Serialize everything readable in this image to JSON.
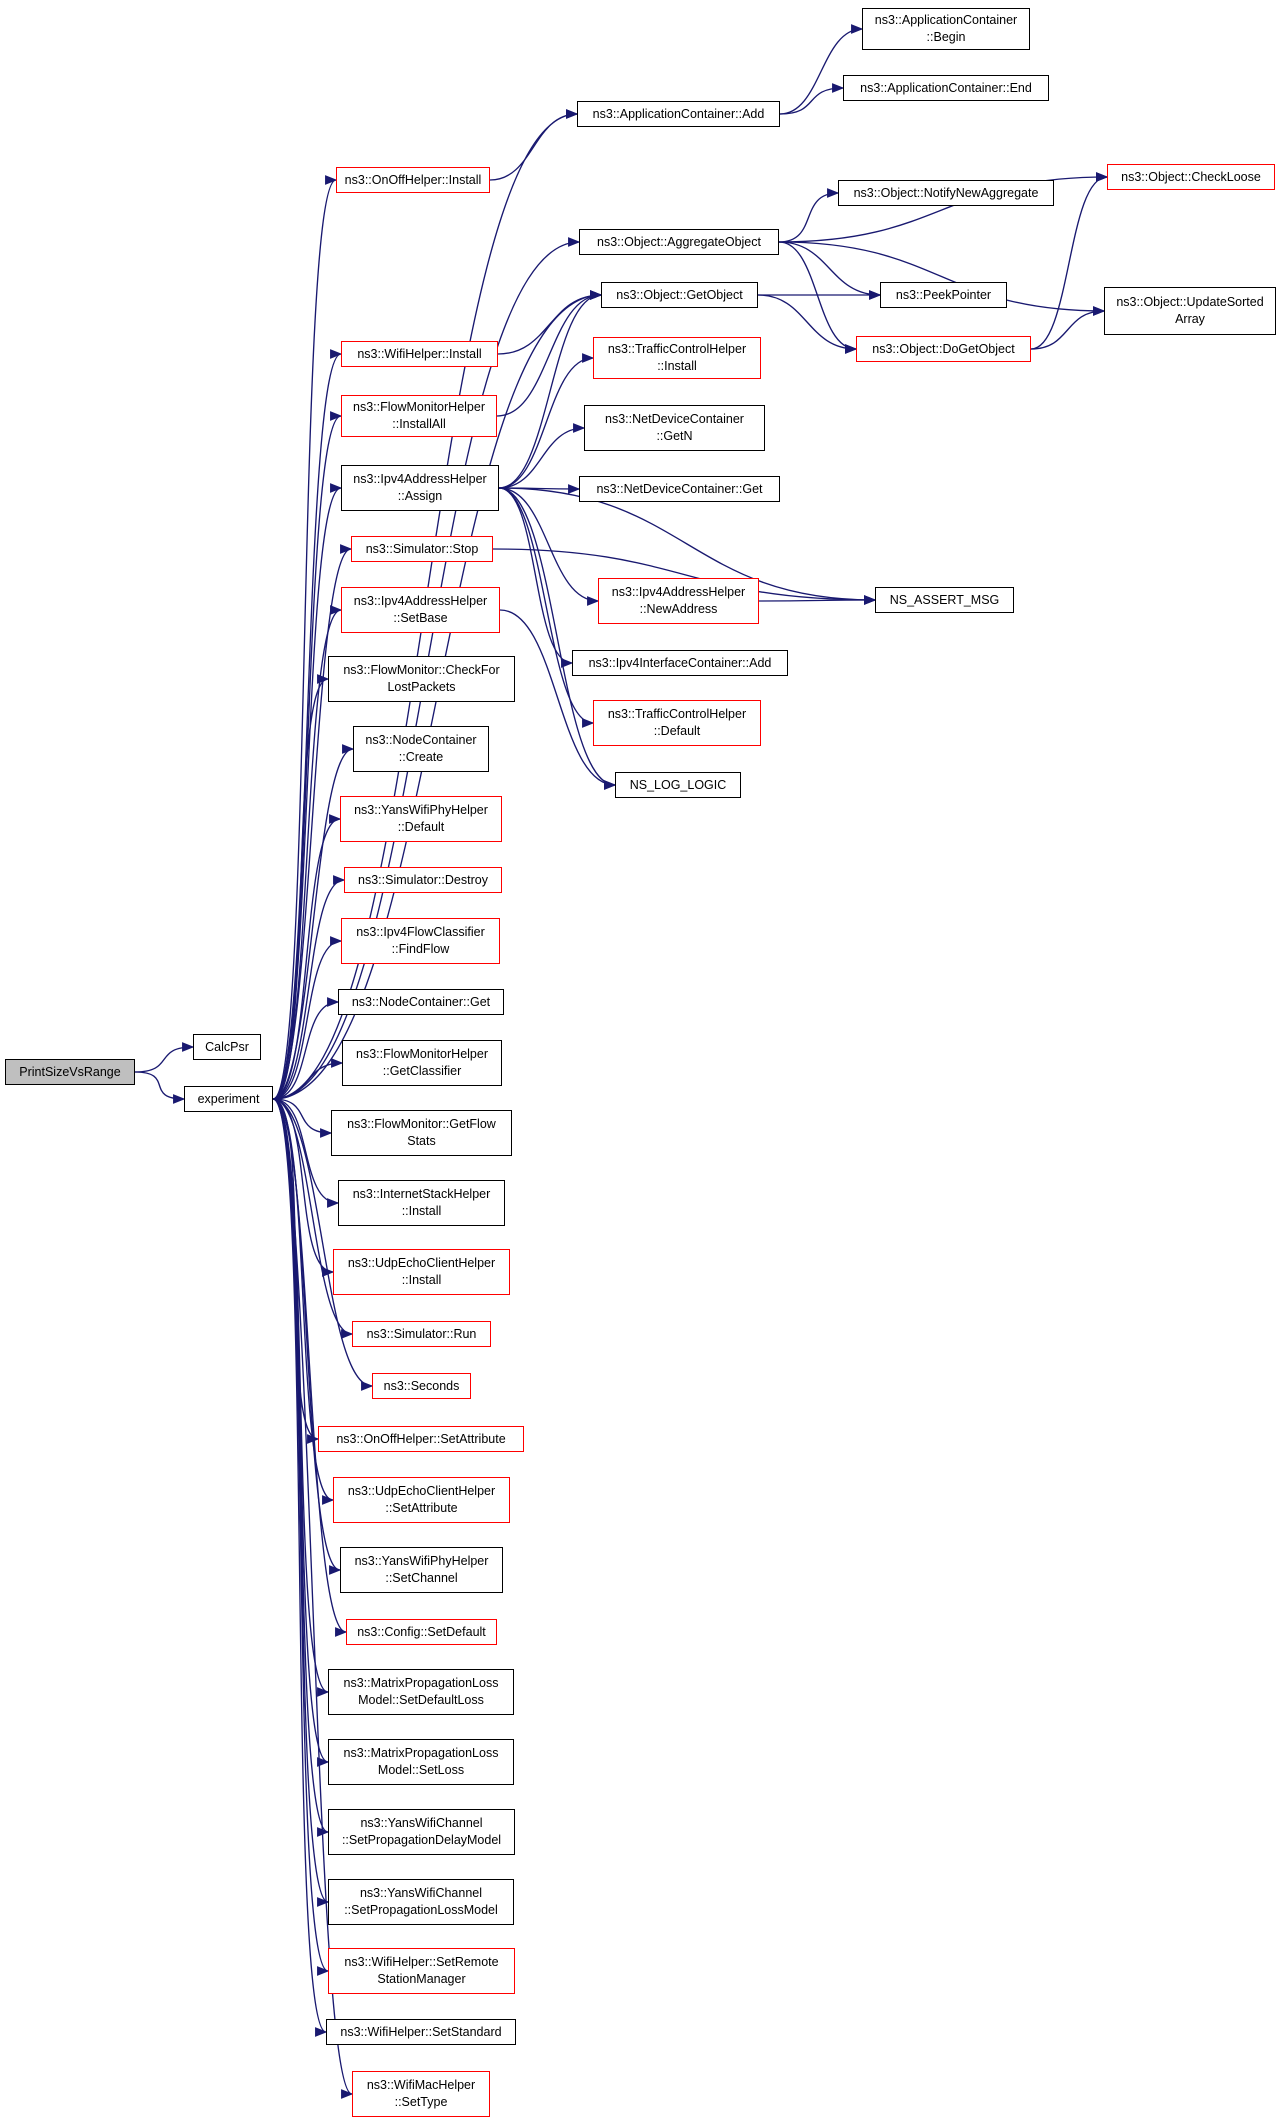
{
  "graph": {
    "colors": {
      "edge": "#191970",
      "border": "#000000",
      "border_incomplete": "#ff0000",
      "root_fill": "#bfbfbf",
      "background": "#ffffff"
    },
    "nodes": [
      {
        "id": "print",
        "lines": [
          "PrintSizeVsRange"
        ],
        "style": "root"
      },
      {
        "id": "calcpsr",
        "lines": [
          "CalcPsr"
        ],
        "style": "black"
      },
      {
        "id": "experiment",
        "lines": [
          "experiment"
        ],
        "style": "black"
      },
      {
        "id": "appbegin",
        "lines": [
          "ns3::ApplicationContainer",
          "::Begin"
        ],
        "style": "black"
      },
      {
        "id": "appadd",
        "lines": [
          "ns3::ApplicationContainer::Add"
        ],
        "style": "black"
      },
      {
        "id": "append",
        "lines": [
          "ns3::ApplicationContainer::End"
        ],
        "style": "black"
      },
      {
        "id": "onoffinstall",
        "lines": [
          "ns3::OnOffHelper::Install"
        ],
        "style": "red"
      },
      {
        "id": "checkloose",
        "lines": [
          "ns3::Object::CheckLoose"
        ],
        "style": "red"
      },
      {
        "id": "notifynew",
        "lines": [
          "ns3::Object::NotifyNewAggregate"
        ],
        "style": "black"
      },
      {
        "id": "aggregate",
        "lines": [
          "ns3::Object::AggregateObject"
        ],
        "style": "black"
      },
      {
        "id": "getobject",
        "lines": [
          "ns3::Object::GetObject"
        ],
        "style": "black"
      },
      {
        "id": "peek",
        "lines": [
          "ns3::PeekPointer"
        ],
        "style": "black"
      },
      {
        "id": "updatesorted",
        "lines": [
          "ns3::Object::UpdateSorted",
          "Array"
        ],
        "style": "black"
      },
      {
        "id": "wifiinstall",
        "lines": [
          "ns3::WifiHelper::Install"
        ],
        "style": "red"
      },
      {
        "id": "dogetobject",
        "lines": [
          "ns3::Object::DoGetObject"
        ],
        "style": "red"
      },
      {
        "id": "tcinstall",
        "lines": [
          "ns3::TrafficControlHelper",
          "::Install"
        ],
        "style": "red"
      },
      {
        "id": "fminstallall",
        "lines": [
          "ns3::FlowMonitorHelper",
          "::InstallAll"
        ],
        "style": "red"
      },
      {
        "id": "ndcgetn",
        "lines": [
          "ns3::NetDeviceContainer",
          "::GetN"
        ],
        "style": "black"
      },
      {
        "id": "ipv4assign",
        "lines": [
          "ns3::Ipv4AddressHelper",
          "::Assign"
        ],
        "style": "black"
      },
      {
        "id": "ndcget",
        "lines": [
          "ns3::NetDeviceContainer::Get"
        ],
        "style": "black"
      },
      {
        "id": "simstop",
        "lines": [
          "ns3::Simulator::Stop"
        ],
        "style": "red"
      },
      {
        "id": "newaddress",
        "lines": [
          "ns3::Ipv4AddressHelper",
          "::NewAddress"
        ],
        "style": "red"
      },
      {
        "id": "assertmsg",
        "lines": [
          "NS_ASSERT_MSG"
        ],
        "style": "black"
      },
      {
        "id": "setbase",
        "lines": [
          "ns3::Ipv4AddressHelper",
          "::SetBase"
        ],
        "style": "red"
      },
      {
        "id": "ifcadd",
        "lines": [
          "ns3::Ipv4InterfaceContainer::Add"
        ],
        "style": "black"
      },
      {
        "id": "checklost",
        "lines": [
          "ns3::FlowMonitor::CheckFor",
          "LostPackets"
        ],
        "style": "black"
      },
      {
        "id": "tcdefault",
        "lines": [
          "ns3::TrafficControlHelper",
          "::Default"
        ],
        "style": "red"
      },
      {
        "id": "nccreate",
        "lines": [
          "ns3::NodeContainer",
          "::Create"
        ],
        "style": "black"
      },
      {
        "id": "loglogic",
        "lines": [
          "NS_LOG_LOGIC"
        ],
        "style": "black"
      },
      {
        "id": "yansdefault",
        "lines": [
          "ns3::YansWifiPhyHelper",
          "::Default"
        ],
        "style": "red"
      },
      {
        "id": "simdestroy",
        "lines": [
          "ns3::Simulator::Destroy"
        ],
        "style": "red"
      },
      {
        "id": "findflow",
        "lines": [
          "ns3::Ipv4FlowClassifier",
          "::FindFlow"
        ],
        "style": "red"
      },
      {
        "id": "ncget",
        "lines": [
          "ns3::NodeContainer::Get"
        ],
        "style": "black"
      },
      {
        "id": "getclassifier",
        "lines": [
          "ns3::FlowMonitorHelper",
          "::GetClassifier"
        ],
        "style": "black"
      },
      {
        "id": "getflowstats",
        "lines": [
          "ns3::FlowMonitor::GetFlow",
          "Stats"
        ],
        "style": "black"
      },
      {
        "id": "ishinstall",
        "lines": [
          "ns3::InternetStackHelper",
          "::Install"
        ],
        "style": "black"
      },
      {
        "id": "udpinstall",
        "lines": [
          "ns3::UdpEchoClientHelper",
          "::Install"
        ],
        "style": "red"
      },
      {
        "id": "simrun",
        "lines": [
          "ns3::Simulator::Run"
        ],
        "style": "red"
      },
      {
        "id": "seconds",
        "lines": [
          "ns3::Seconds"
        ],
        "style": "red"
      },
      {
        "id": "onoffsetattr",
        "lines": [
          "ns3::OnOffHelper::SetAttribute"
        ],
        "style": "red"
      },
      {
        "id": "udpsetattr",
        "lines": [
          "ns3::UdpEchoClientHelper",
          "::SetAttribute"
        ],
        "style": "red"
      },
      {
        "id": "setchannel",
        "lines": [
          "ns3::YansWifiPhyHelper",
          "::SetChannel"
        ],
        "style": "black"
      },
      {
        "id": "configsetdefault",
        "lines": [
          "ns3::Config::SetDefault"
        ],
        "style": "red"
      },
      {
        "id": "setdefaultloss",
        "lines": [
          "ns3::MatrixPropagationLoss",
          "Model::SetDefaultLoss"
        ],
        "style": "black"
      },
      {
        "id": "setloss",
        "lines": [
          "ns3::MatrixPropagationLoss",
          "Model::SetLoss"
        ],
        "style": "black"
      },
      {
        "id": "setpropdelay",
        "lines": [
          "ns3::YansWifiChannel",
          "::SetPropagationDelayModel"
        ],
        "style": "black"
      },
      {
        "id": "setproploss",
        "lines": [
          "ns3::YansWifiChannel",
          "::SetPropagationLossModel"
        ],
        "style": "black"
      },
      {
        "id": "setremote",
        "lines": [
          "ns3::WifiHelper::SetRemote",
          "StationManager"
        ],
        "style": "red"
      },
      {
        "id": "setstandard",
        "lines": [
          "ns3::WifiHelper::SetStandard"
        ],
        "style": "black"
      },
      {
        "id": "settype",
        "lines": [
          "ns3::WifiMacHelper",
          "::SetType"
        ],
        "style": "red"
      }
    ],
    "edges": [
      [
        "print",
        "calcpsr"
      ],
      [
        "print",
        "experiment"
      ],
      [
        "experiment",
        "appadd"
      ],
      [
        "experiment",
        "onoffinstall"
      ],
      [
        "experiment",
        "aggregate"
      ],
      [
        "experiment",
        "getobject"
      ],
      [
        "experiment",
        "wifiinstall"
      ],
      [
        "experiment",
        "fminstallall"
      ],
      [
        "experiment",
        "ipv4assign"
      ],
      [
        "experiment",
        "simstop"
      ],
      [
        "experiment",
        "setbase"
      ],
      [
        "experiment",
        "checklost"
      ],
      [
        "experiment",
        "nccreate"
      ],
      [
        "experiment",
        "yansdefault"
      ],
      [
        "experiment",
        "simdestroy"
      ],
      [
        "experiment",
        "findflow"
      ],
      [
        "experiment",
        "ncget"
      ],
      [
        "experiment",
        "getclassifier"
      ],
      [
        "experiment",
        "getflowstats"
      ],
      [
        "experiment",
        "ishinstall"
      ],
      [
        "experiment",
        "udpinstall"
      ],
      [
        "experiment",
        "simrun"
      ],
      [
        "experiment",
        "seconds"
      ],
      [
        "experiment",
        "onoffsetattr"
      ],
      [
        "experiment",
        "udpsetattr"
      ],
      [
        "experiment",
        "setchannel"
      ],
      [
        "experiment",
        "configsetdefault"
      ],
      [
        "experiment",
        "setdefaultloss"
      ],
      [
        "experiment",
        "setloss"
      ],
      [
        "experiment",
        "setpropdelay"
      ],
      [
        "experiment",
        "setproploss"
      ],
      [
        "experiment",
        "setremote"
      ],
      [
        "experiment",
        "setstandard"
      ],
      [
        "experiment",
        "settype"
      ],
      [
        "appadd",
        "appbegin"
      ],
      [
        "appadd",
        "append"
      ],
      [
        "onoffinstall",
        "appadd"
      ],
      [
        "aggregate",
        "checkloose"
      ],
      [
        "aggregate",
        "notifynew"
      ],
      [
        "aggregate",
        "peek"
      ],
      [
        "aggregate",
        "dogetobject"
      ],
      [
        "aggregate",
        "updatesorted"
      ],
      [
        "getobject",
        "peek"
      ],
      [
        "getobject",
        "dogetobject"
      ],
      [
        "dogetobject",
        "checkloose"
      ],
      [
        "dogetobject",
        "updatesorted"
      ],
      [
        "wifiinstall",
        "getobject"
      ],
      [
        "fminstallall",
        "getobject"
      ],
      [
        "ipv4assign",
        "getobject"
      ],
      [
        "ipv4assign",
        "tcinstall"
      ],
      [
        "ipv4assign",
        "ndcgetn"
      ],
      [
        "ipv4assign",
        "ndcget"
      ],
      [
        "ipv4assign",
        "newaddress"
      ],
      [
        "ipv4assign",
        "assertmsg"
      ],
      [
        "ipv4assign",
        "ifcadd"
      ],
      [
        "ipv4assign",
        "tcdefault"
      ],
      [
        "ipv4assign",
        "loglogic"
      ],
      [
        "newaddress",
        "assertmsg"
      ],
      [
        "setbase",
        "loglogic"
      ],
      [
        "simstop",
        "assertmsg"
      ]
    ]
  }
}
